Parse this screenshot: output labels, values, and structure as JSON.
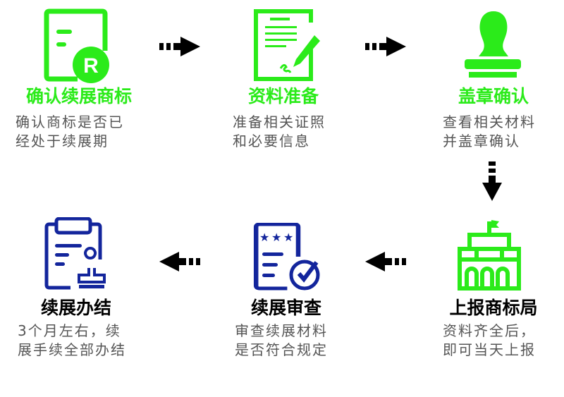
{
  "colors": {
    "green": "#2BEB1A",
    "blue": "#13259C",
    "arrow": "#000000",
    "desc": "#555555"
  },
  "steps": [
    {
      "title": "确认续展商标",
      "desc": [
        "确认商标是否已",
        "经处于续展期"
      ],
      "icon": "trademark-document-icon",
      "icon_letter": "R"
    },
    {
      "title": "资料准备",
      "desc": [
        "准备相关证照",
        "和必要信息"
      ],
      "icon": "signed-document-icon"
    },
    {
      "title": "盖章确认",
      "desc": [
        "查看相关材料",
        "并盖章确认"
      ],
      "icon": "stamp-icon"
    },
    {
      "title": "上报商标局",
      "desc": [
        "资料齐全后，",
        "即可当天上报"
      ],
      "icon": "government-building-icon"
    },
    {
      "title": "续展审查",
      "desc": [
        "审查续展材料",
        "是否符合规定"
      ],
      "icon": "reviewed-document-icon"
    },
    {
      "title": "续展办结",
      "desc": [
        "3个月左右，续",
        "展手续全部办结"
      ],
      "icon": "stamped-clipboard-icon"
    }
  ]
}
